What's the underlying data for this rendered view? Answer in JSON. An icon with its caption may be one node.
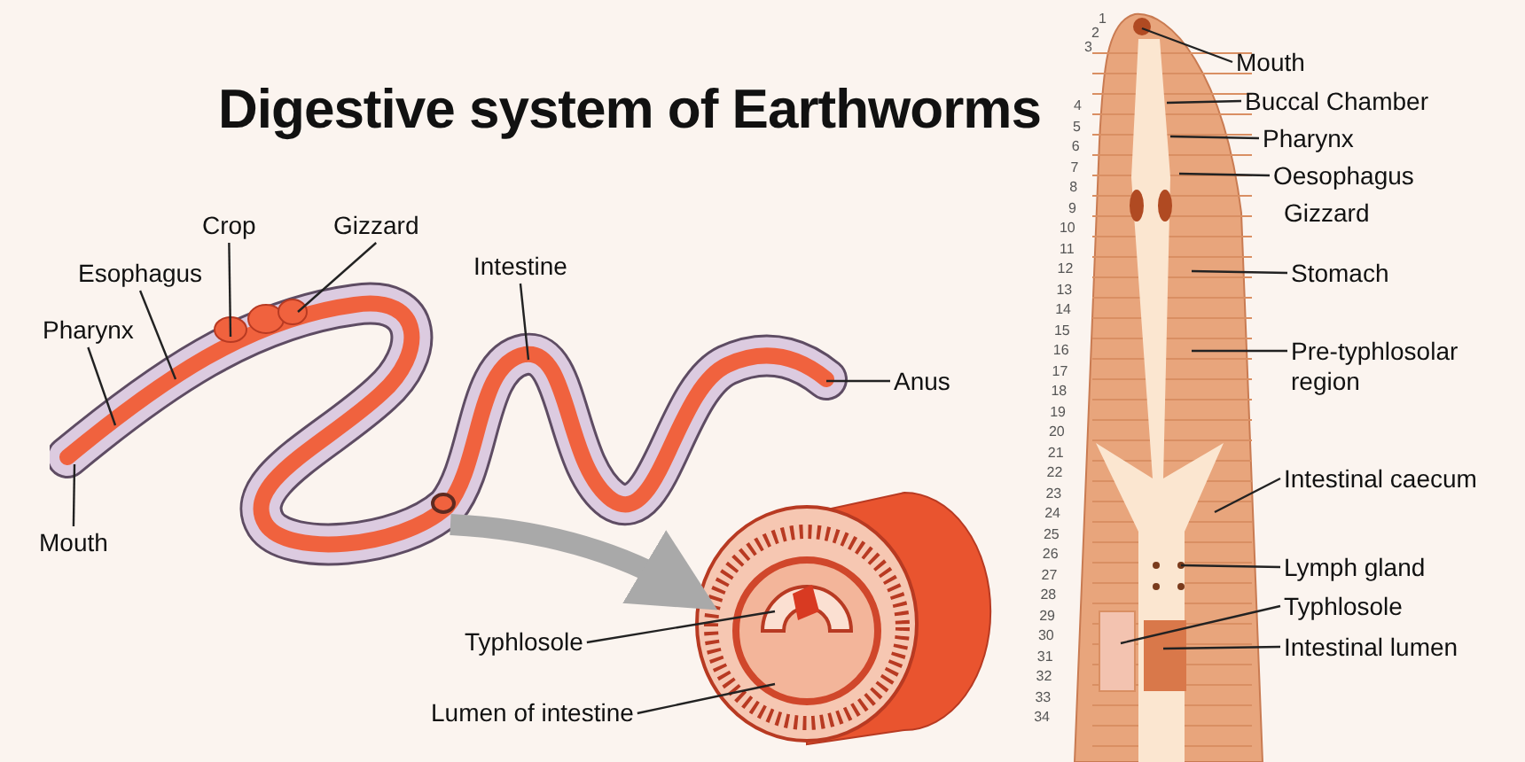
{
  "diagram": {
    "title": "Digestive system of Earthworms",
    "nodes": [
      {
        "text": [
          "Mouth"
        ]
      },
      {
        "text": [
          "Pharynx"
        ]
      },
      {
        "text": [
          "Esophagus"
        ]
      },
      {
        "text": [
          "Crop"
        ]
      },
      {
        "text": [
          "Gizzard"
        ]
      },
      {
        "text": [
          "Intestine"
        ]
      },
      {
        "text": [
          "Anus"
        ]
      },
      {
        "text": [
          "Typhlosole"
        ]
      },
      {
        "text": [
          "Lumen of intestine"
        ]
      },
      {
        "text": [],
        "shape": "picture"
      },
      {
        "text": [],
        "shape": "picture"
      },
      {
        "text": [],
        "shape": "picture",
        "beside": [
          "1",
          "2",
          "3",
          "4",
          "5",
          "6",
          "7",
          "8",
          "9",
          "10",
          "11",
          "12",
          "13",
          "14",
          "15",
          "16",
          "17",
          "18",
          "19",
          "20",
          "21",
          "22",
          "23",
          "24",
          "25",
          "26",
          "27",
          "28",
          "29",
          "30",
          "31",
          "32",
          "33",
          "34"
        ]
      },
      {
        "text": [
          "Mouth"
        ]
      },
      {
        "text": [
          "Buccal Chamber"
        ]
      },
      {
        "text": [
          "Pharynx"
        ]
      },
      {
        "text": [
          "Oesophagus"
        ]
      },
      {
        "text": [
          "Stomach"
        ]
      },
      {
        "text": [
          "Pre-typhlosolar region"
        ]
      },
      {
        "text": [
          "Intestinal caecum"
        ]
      },
      {
        "text": [
          "Lymph gland"
        ]
      },
      {
        "text": [
          "Typhlosole"
        ]
      },
      {
        "text": [
          "Intestinal lumen"
        ]
      }
    ],
    "edges": [
      {
        "from": 0,
        "to": 9,
        "arrow": "none"
      },
      {
        "from": 1,
        "to": 9,
        "arrow": "none"
      },
      {
        "from": 2,
        "to": 9,
        "arrow": "none"
      },
      {
        "from": 3,
        "to": 9,
        "arrow": "none"
      },
      {
        "from": 4,
        "to": 9,
        "arrow": "none"
      },
      {
        "from": 5,
        "to": 9,
        "arrow": "none"
      },
      {
        "from": 6,
        "to": 9,
        "arrow": "none"
      },
      {
        "from": 7,
        "to": 10,
        "arrow": "none"
      },
      {
        "from": 8,
        "to": 10,
        "arrow": "none"
      },
      {
        "from": 9,
        "to": 10,
        "arrow": "to",
        "style": "thick",
        "color": "#a9a9a9"
      },
      {
        "from": 12,
        "to": 11,
        "arrow": "none"
      },
      {
        "from": 13,
        "to": 11,
        "arrow": "none"
      },
      {
        "from": 14,
        "to": 11,
        "arrow": "none"
      },
      {
        "from": 15,
        "to": 11,
        "arrow": "none"
      },
      {
        "from": 16,
        "to": 11,
        "arrow": "none"
      },
      {
        "from": 17,
        "to": 11,
        "arrow": "none"
      },
      {
        "from": 18,
        "to": 11,
        "arrow": "none"
      },
      {
        "from": 19,
        "to": 11,
        "arrow": "none"
      },
      {
        "from": 20,
        "to": 11,
        "arrow": "none"
      },
      {
        "from": 21,
        "to": 11,
        "arrow": "none"
      }
    ],
    "labels": [
      "Gizzard"
    ]
  }
}
